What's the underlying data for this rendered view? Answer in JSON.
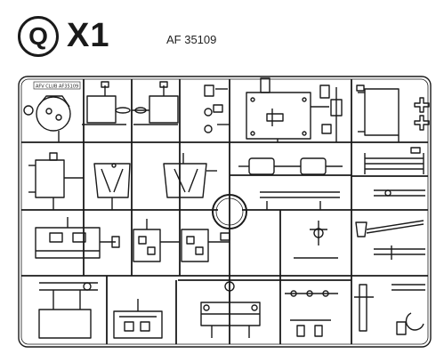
{
  "header": {
    "badge_letter": "Q",
    "sheet_label": "X1",
    "part_code": "AF 35109"
  },
  "sprue": {
    "brand_tag": "AFV CLUB AF35109"
  },
  "colors": {
    "ink": "#1a1a1a",
    "background": "#ffffff"
  }
}
